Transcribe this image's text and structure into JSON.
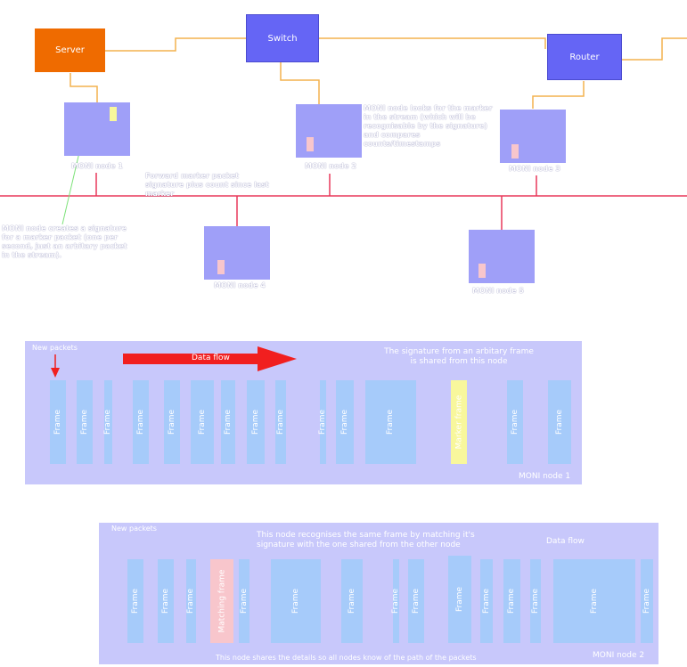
{
  "network": {
    "nodes": {
      "server": "Server",
      "switch": "Switch",
      "router": "Router"
    },
    "moni_nodes": [
      "MONI node 1",
      "MONI node 2",
      "MONI node 3",
      "MONI node 4",
      "MONI node 5"
    ],
    "notes": {
      "signature": "MONI node creates a signature for a marker packet (one per second, just an arbitary packet in the stream).",
      "forward": "Forward marker packet signature plus count since last marker",
      "looks": "MONI node looks for the marker in the stream (which will be recognisable by the signature) and compares counts/timestamps"
    }
  },
  "panel1": {
    "new_packets": "New packets",
    "data_flow": "Data flow",
    "shared_note": "The signature from an arbitary frame is shared from this node",
    "node_label": "MONI node 1",
    "frame_label": "Frame",
    "highlight_label": "Marker frame"
  },
  "panel2": {
    "new_packets": "New packets",
    "data_flow": "Data flow",
    "recognise_note": "This node recognises the same frame by matching it's signature with the one shared from the other node",
    "bottom_note": "This node shares the details so all nodes know of the path of the packets",
    "node_label": "MONI node 2",
    "frame_label": "Frame",
    "matching_label": "Matching frame"
  },
  "colors": {
    "server": "#ef6b00",
    "network_box": "#6565f5",
    "link": "#f3b24e",
    "lan": "#e8385a",
    "moni": "#9f9ff8",
    "panel": "#c8c8fb",
    "frame": "#a6cbfa",
    "marker": "#f8f79c",
    "matching": "#f8c6cc",
    "arrow": "#f11f1f"
  }
}
